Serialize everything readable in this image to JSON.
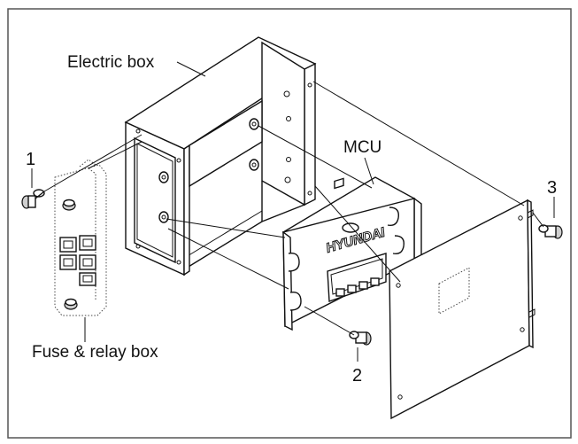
{
  "labels": {
    "electric_box": "Electric box",
    "mcu": "MCU",
    "fuse_relay_box": "Fuse & relay box",
    "callout_1": "1",
    "callout_2": "2",
    "callout_3": "3",
    "brand_logo_text": "HYUNDAI"
  },
  "colors": {
    "line": "#111111",
    "background": "#ffffff",
    "frame": "#555555",
    "shade": "#cfcfcf"
  }
}
